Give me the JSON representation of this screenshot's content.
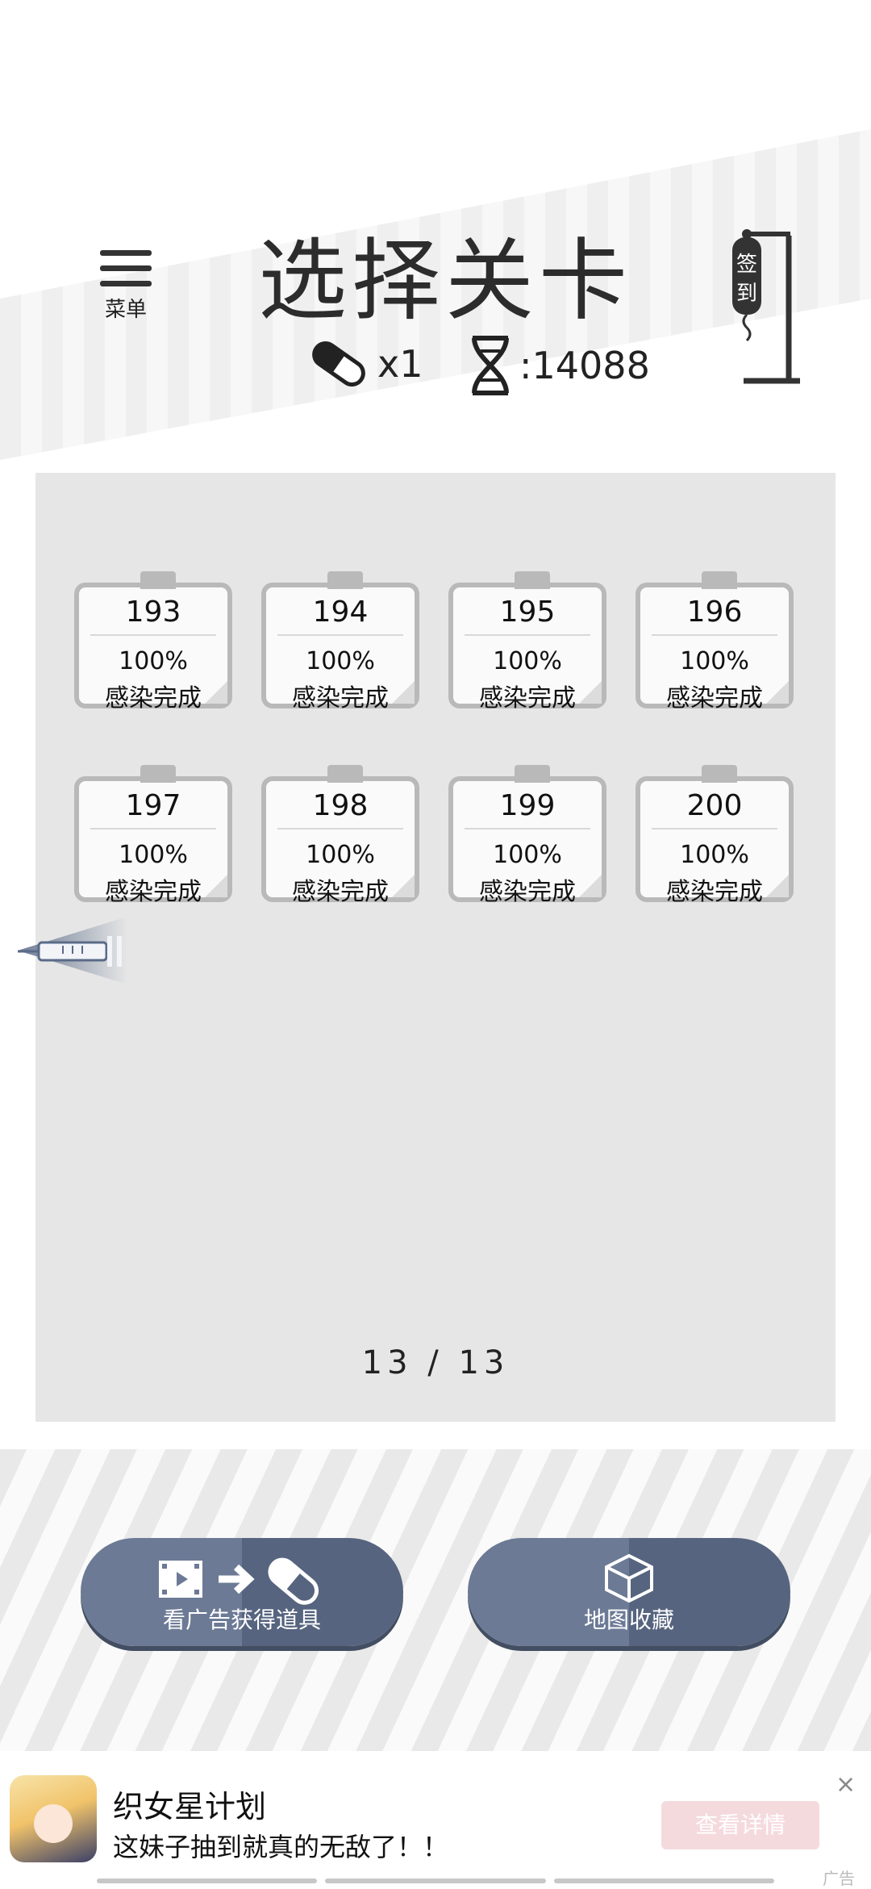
{
  "header": {
    "menu_label": "菜单",
    "title": "选择关卡",
    "pills_count": "x1",
    "dna_points": ":14088",
    "signin_label": [
      "签",
      "到"
    ]
  },
  "levels": [
    {
      "number": "193",
      "percent": "100%",
      "status": "感染完成"
    },
    {
      "number": "194",
      "percent": "100%",
      "status": "感染完成"
    },
    {
      "number": "195",
      "percent": "100%",
      "status": "感染完成"
    },
    {
      "number": "196",
      "percent": "100%",
      "status": "感染完成"
    },
    {
      "number": "197",
      "percent": "100%",
      "status": "感染完成"
    },
    {
      "number": "198",
      "percent": "100%",
      "status": "感染完成"
    },
    {
      "number": "199",
      "percent": "100%",
      "status": "感染完成"
    },
    {
      "number": "200",
      "percent": "100%",
      "status": "感染完成"
    }
  ],
  "pager": "13 / 13",
  "actions": {
    "watch_ad_label": "看广告获得道具",
    "map_collection_label": "地图收藏"
  },
  "ad": {
    "name": "织女星计划",
    "slogan": "这妹子抽到就真的无敌了！！",
    "cta_label": "查看详情",
    "close_symbol": "×",
    "ad_tag": "广告"
  },
  "colors": {
    "button_dark": "#56647f",
    "button_light": "#6c7a95",
    "board_bg": "#e6e6e6",
    "card_border": "#b9b9b9"
  }
}
